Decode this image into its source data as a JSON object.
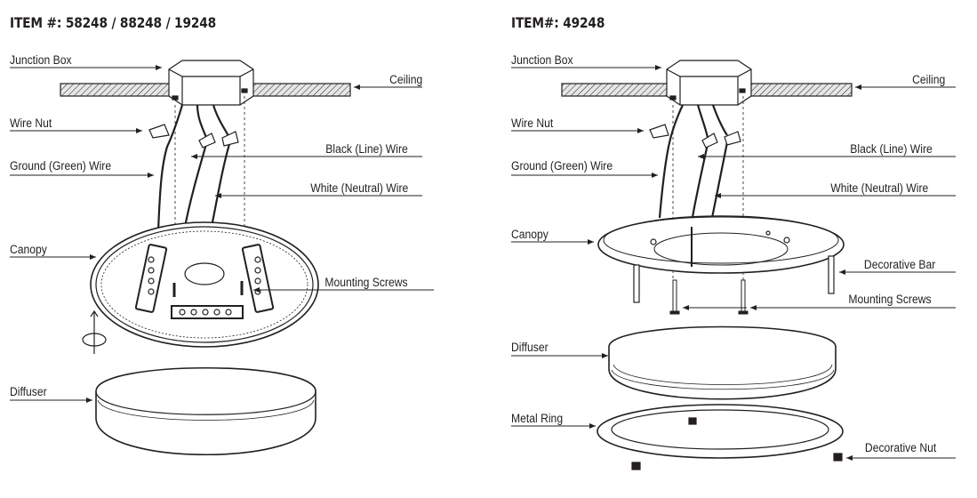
{
  "left": {
    "title": "ITEM #: 58248 / 88248 / 19248",
    "labels": {
      "junction_box": "Junction Box",
      "ceiling": "Ceiling",
      "wire_nut": "Wire Nut",
      "black_wire": "Black (Line) Wire",
      "ground_wire": "Ground (Green) Wire",
      "white_wire": "White (Neutral) Wire",
      "canopy": "Canopy",
      "mounting_screws": "Mounting Screws",
      "diffuser": "Diffuser"
    }
  },
  "right": {
    "title": "ITEM#: 49248",
    "labels": {
      "junction_box": "Junction Box",
      "ceiling": "Ceiling",
      "wire_nut": "Wire Nut",
      "black_wire": "Black (Line) Wire",
      "ground_wire": "Ground (Green) Wire",
      "white_wire": "White (Neutral) Wire",
      "canopy": "Canopy",
      "decorative_bar": "Decorative Bar",
      "mounting_screws": "Mounting Screws",
      "diffuser": "Diffuser",
      "metal_ring": "Metal Ring",
      "decorative_nut": "Decorative Nut"
    }
  },
  "colors": {
    "ink": "#231f20",
    "hatch_fill": "#d9d9d9"
  }
}
